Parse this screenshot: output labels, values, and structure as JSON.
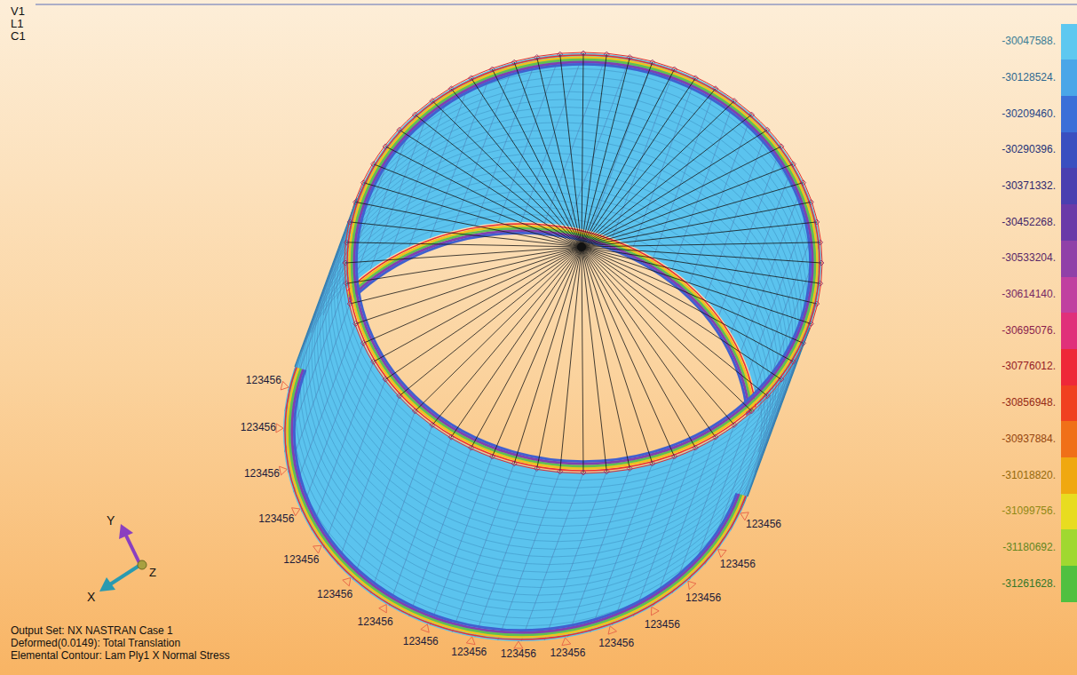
{
  "diagram": {
    "labels": [
      "V1",
      "L1",
      "C1",
      "123456",
      "123456",
      "123456",
      "123456",
      "123456",
      "123456",
      "123456",
      "123456",
      "123456",
      "123456",
      "123456",
      "123456",
      "123456",
      "123456",
      "123456",
      "123456",
      "X",
      "Y",
      "Z",
      "Output Set: NX NASTRAN Case 1",
      "Deformed(0.0149): Total Translation",
      "Elemental Contour: Lam Ply1 X Normal Stress"
    ],
    "legend": [
      {
        "text": "-30047588.",
        "color": "#5ec8f0"
      },
      {
        "text": "-30128524.",
        "color": "#4aa6e8"
      },
      {
        "text": "-30209460.",
        "color": "#3b6fd8"
      },
      {
        "text": "-30290396.",
        "color": "#3a4fc0"
      },
      {
        "text": "-30371332.",
        "color": "#4a3fb0"
      },
      {
        "text": "-30452268.",
        "color": "#6a3aa8"
      },
      {
        "text": "-30533204.",
        "color": "#9040a8"
      },
      {
        "text": "-30614140.",
        "color": "#c040a0"
      },
      {
        "text": "-30695076.",
        "color": "#e0307a"
      },
      {
        "text": "-30776012.",
        "color": "#ee2838"
      },
      {
        "text": "-30856948.",
        "color": "#f04020"
      },
      {
        "text": "-30937884.",
        "color": "#f07018"
      },
      {
        "text": "-31018820.",
        "color": "#f0a810"
      },
      {
        "text": "-31099756.",
        "color": "#e8dc20"
      },
      {
        "text": "-31180692.",
        "color": "#a0d830"
      },
      {
        "text": "-31261628.",
        "color": "#50c040"
      }
    ]
  }
}
